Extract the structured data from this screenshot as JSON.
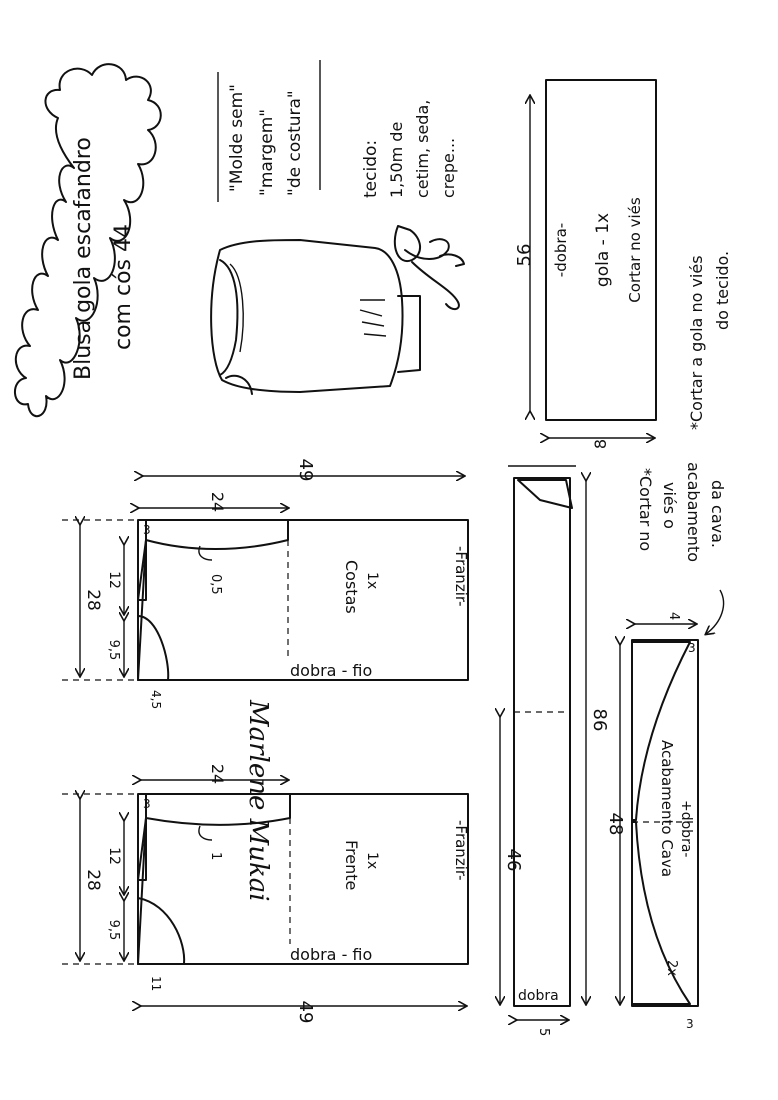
{
  "title": {
    "line1": "Blusa gola escafandro",
    "line2": "com cós 44"
  },
  "notes": {
    "molde_line1": "\"Molde sem\"",
    "molde_line2": "\"margem\"",
    "molde_line3": "\"de costura\"",
    "tecido_line1": "tecido:",
    "tecido_line2": "1,50m de",
    "tecido_line3": "cetim, seda,",
    "tecido_line4": "crepe..."
  },
  "gola": {
    "width": "56",
    "height": "8",
    "dobra": "-dobra-",
    "label": "gola - 1x",
    "cut": "Cortar no viés",
    "note_line1": "*Cortar a gola no viés",
    "note_line2": "do tecido."
  },
  "costas": {
    "overall_width": "49",
    "height": "28",
    "shoulder_width": "24",
    "neck_drop": "3",
    "curve": "0,5",
    "arm": "12",
    "armhole": "9,5",
    "hem_offset": "4,5",
    "name": "Costas",
    "count": "1x",
    "dobra_fio": "dobra - fio",
    "franzir": "-Franzir-"
  },
  "frente": {
    "overall_width": "49",
    "height": "28",
    "shoulder_width": "24",
    "neck_drop": "3",
    "curve": "1",
    "arm": "12",
    "armhole": "9,5",
    "hem_offset": "11",
    "name": "Frente",
    "count": "1x",
    "dobra_fio": "dobra - fio",
    "franzir": "-Franzir-"
  },
  "cos": {
    "length": "86",
    "part": "46",
    "width": "5",
    "dobra": "dobra"
  },
  "cava": {
    "length": "48",
    "height": "4",
    "edge": "3",
    "edge_right": "3",
    "label": "Acabamento Cava",
    "dobra": "+dobra-",
    "count": "2x",
    "note_line1": "*Cortar no",
    "note_line2": "viés o",
    "note_line3": "acabamento",
    "note_line4": "da cava."
  },
  "signature": "Marlene Mukai"
}
